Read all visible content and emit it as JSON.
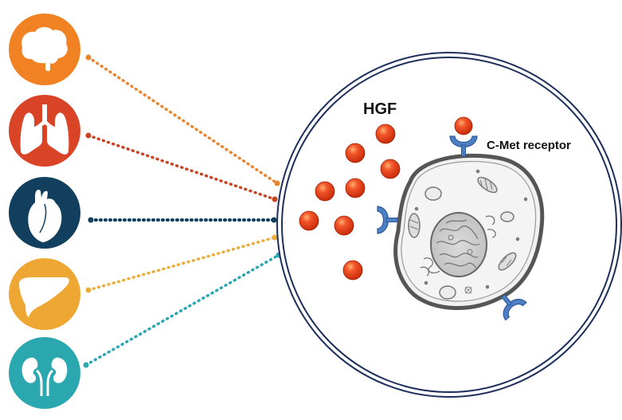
{
  "labels": {
    "hgf": "HGF",
    "receptor": "C-Met receptor"
  },
  "organs": [
    {
      "name": "brain",
      "icon": "brain-icon",
      "color": "#F08224"
    },
    {
      "name": "lungs",
      "icon": "lungs-icon",
      "color": "#D94426"
    },
    {
      "name": "heart",
      "icon": "heart-icon",
      "color": "#123F5E"
    },
    {
      "name": "liver",
      "icon": "liver-icon",
      "color": "#EEA733"
    },
    {
      "name": "kidneys",
      "icon": "kidneys-icon",
      "color": "#2BA7AF"
    }
  ],
  "colors": {
    "ligand": "#E53A12",
    "ligand_highlight": "#FFB070",
    "receptor": "#4F7FC3",
    "receptor_outline": "#2E5C9E",
    "cell_outline": "#555555",
    "circle_outline": "#1E2F5B"
  }
}
